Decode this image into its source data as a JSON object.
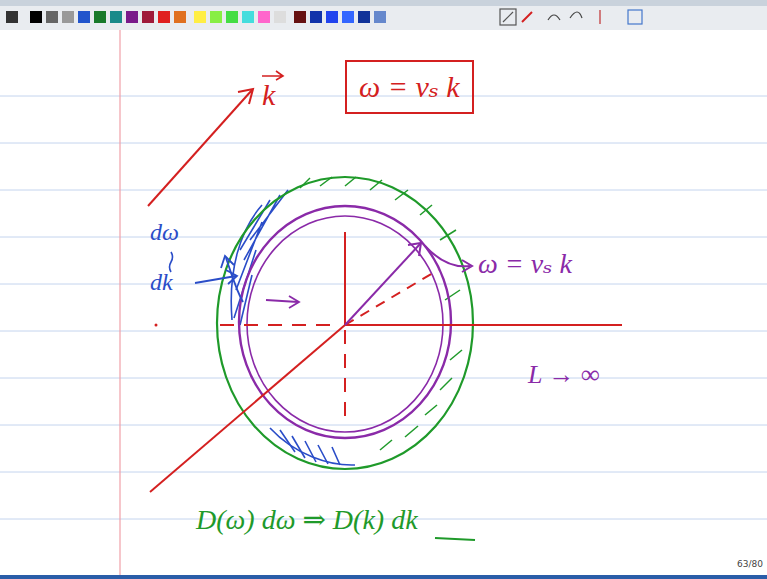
{
  "diagram": {
    "nodes": [
      {
        "text": [
          "ω = vₛ k"
        ]
      }
    ],
    "labels": [
      "k",
      "dω",
      "dk",
      "ω = vₛ k",
      "L → ∞",
      "D(ω) dω ⇒ D(k) dk",
      "63/80"
    ]
  }
}
